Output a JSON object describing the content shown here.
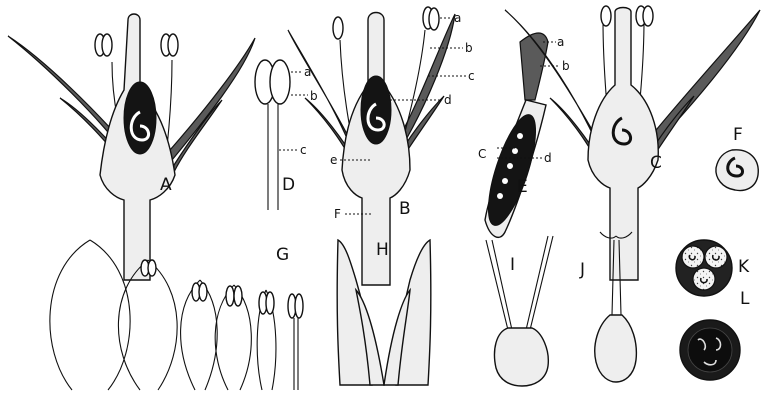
{
  "figure_labels": {
    "A": "A",
    "B": "B",
    "C": "C",
    "D": "D",
    "E": "E",
    "F": "F",
    "G": "G",
    "H": "H",
    "I": "I",
    "J": "J",
    "K": "K",
    "L": "L"
  },
  "part_labels": {
    "D": {
      "a": "a",
      "b": "b",
      "c": "c"
    },
    "B": {
      "a": "a",
      "b": "b",
      "c": "c",
      "d": "d",
      "e": "e",
      "F": "F"
    },
    "E": {
      "a": "a",
      "b": "b",
      "C": "C",
      "d": "d"
    }
  }
}
